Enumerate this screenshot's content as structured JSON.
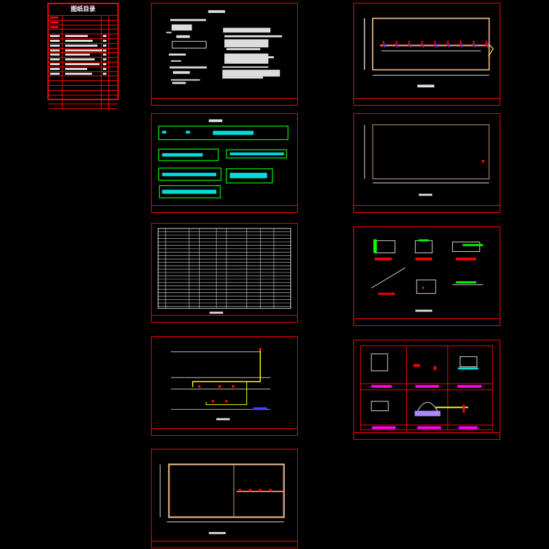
{
  "catalog": {
    "title": "图纸目录",
    "rows": 20
  },
  "colors": {
    "frame": "#ff0000",
    "pipe": "#ff8080",
    "wall": "#d2a57a",
    "table": "#00ff00",
    "label": "#ff00ff",
    "duct": "#ffff00"
  },
  "sheets": [
    "design-notes",
    "equipment-tables",
    "material-list",
    "system-diagram",
    "floor-plan-1",
    "floor-plan-2",
    "floor-plan-3",
    "detail-sections",
    "installation-details"
  ]
}
